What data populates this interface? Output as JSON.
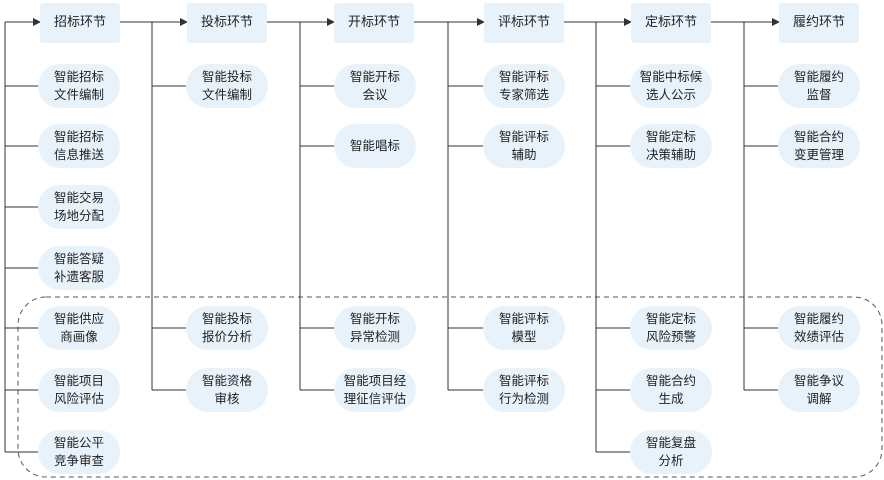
{
  "stages": [
    {
      "label": "招标环节",
      "items": [
        "智能招标\n文件编制",
        "智能招标\n信息推送",
        "智能交易\n场地分配",
        "智能答疑\n补遗客服",
        "智能供应\n商画像",
        "智能项目\n风险评估",
        "智能公平\n竞争审查"
      ]
    },
    {
      "label": "投标环节",
      "items": [
        "智能投标\n文件编制",
        "智能投标\n报价分析",
        "智能资格\n审核"
      ]
    },
    {
      "label": "开标环节",
      "items": [
        "智能开标\n会议",
        "智能唱标",
        "智能开标\n异常检测",
        "智能项目经\n理征信评估"
      ]
    },
    {
      "label": "评标环节",
      "items": [
        "智能评标\n专家筛选",
        "智能评标\n辅助",
        "智能评标\n模型",
        "智能评标\n行为检测"
      ]
    },
    {
      "label": "定标环节",
      "items": [
        "智能中标候\n选人公示",
        "智能定标\n决策辅助",
        "智能定标\n风险预警",
        "智能合约\n生成",
        "智能复盘\n分析"
      ]
    },
    {
      "label": "履约环节",
      "items": [
        "智能履约\n监督",
        "智能合约\n变更管理",
        "智能履约\n效绩评估",
        "智能争议\n调解"
      ]
    }
  ],
  "colors": {
    "node_fill": "#e8f2fb",
    "line": "#333333",
    "dashed": "#555555"
  }
}
